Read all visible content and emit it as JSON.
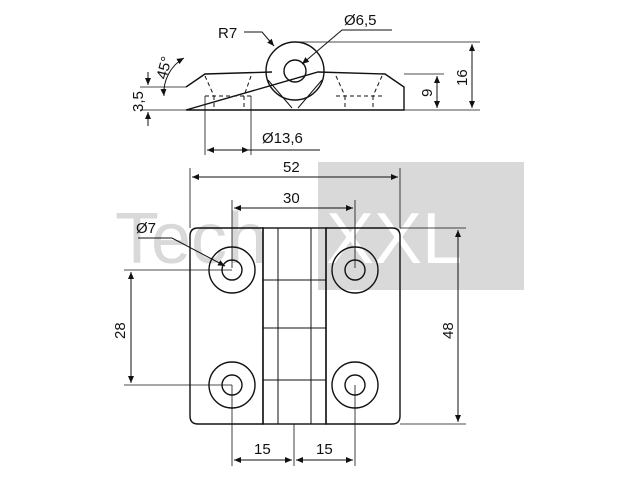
{
  "watermark": {
    "part1": "Tech",
    "part2": "XXL"
  },
  "top_view": {
    "radius_label": "R7",
    "hole_dia_label": "Ø6,5",
    "angle_label": "45°",
    "thickness_label": "3,5",
    "height_small_label": "9",
    "height_total_label": "16",
    "countersink_label": "Ø13,6"
  },
  "front_view": {
    "width_total_label": "52",
    "hole_spacing_label": "30",
    "hole_dia_label": "Ø7",
    "vertical_spacing_label": "28",
    "height_total_label": "48",
    "bottom_left_label": "15",
    "bottom_right_label": "15"
  },
  "colors": {
    "line": "#111111",
    "watermark_box": "#d9d9d9"
  }
}
